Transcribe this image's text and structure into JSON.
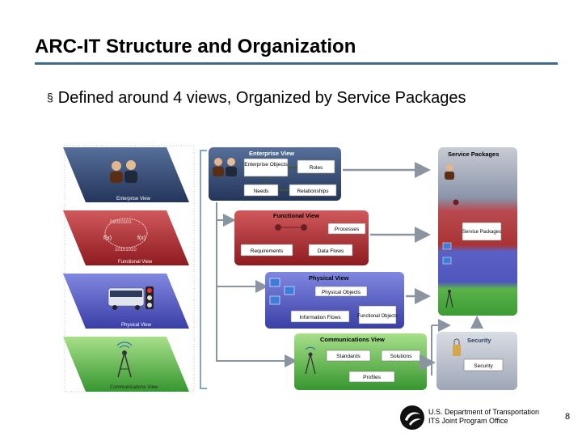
{
  "slide": {
    "title": "ARC-IT Structure and Organization",
    "bullet_mark": "§",
    "bullet": "Defined around 4 views, Organized by Service Packages"
  },
  "diagram": {
    "left_views": [
      {
        "label": "Enterprise View",
        "color": "#2c4063"
      },
      {
        "label": "Functional View",
        "color": "#a5262a"
      },
      {
        "label": "Physical View",
        "color": "#4a4eb8"
      },
      {
        "label": "Communications View",
        "color": "#39a03a"
      }
    ],
    "functional_icon_text": "010101010 f(x)",
    "enterprise": {
      "title": "Enterprise View",
      "objects": "Enterprise Objects",
      "roles": "Roles",
      "needs": "Needs",
      "relationships": "Relationships"
    },
    "functional": {
      "title": "Functional View",
      "processes": "Processes",
      "requirements": "Requirements",
      "data_flows": "Data Flows"
    },
    "physical": {
      "title": "Physical View",
      "physical_objects": "Physical Objects",
      "information_flows": "Information Flows",
      "functional_objects": "Functional Objects"
    },
    "communications": {
      "title": "Communications View",
      "standards": "Standards",
      "solutions": "Solutions",
      "profiles": "Profiles"
    },
    "service_packages": {
      "title": "Service Packages",
      "label": "Service Packages"
    },
    "security": {
      "title": "Security",
      "label": "Security"
    }
  },
  "footer": {
    "org_line1": "U.S. Department of Transportation",
    "org_line2": "ITS Joint Program Office",
    "page_number": "8"
  }
}
